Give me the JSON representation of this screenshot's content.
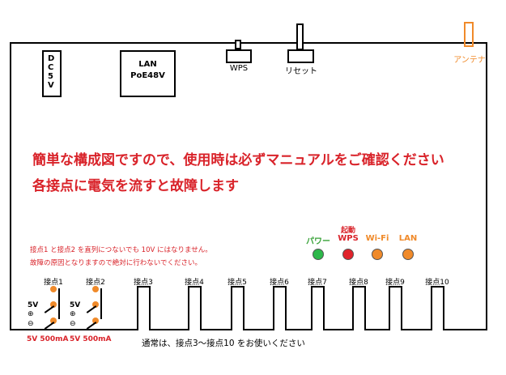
{
  "ports": {
    "dc5v": "DC5V",
    "lan_line1": "LAN",
    "lan_line2": "PoE48V",
    "wps": "WPS",
    "reset": "リセット",
    "antenna": "アンテナ"
  },
  "warning": {
    "line1": "簡単な構成図ですので、使用時は必ずマニュアルをご確認ください",
    "line2": "各接点に電気を流すと故障します"
  },
  "notes": {
    "line1": "接点1 と接点2 を直列につないでも 10V にはなりません。",
    "line2": "故障の原因となりますので絶対に行わないでください。"
  },
  "leds": [
    {
      "top_label": "",
      "label": "パワー",
      "label_color": "#3aa33a",
      "fill": "#2db84a"
    },
    {
      "top_label": "起動",
      "label": "WPS",
      "label_color": "#d9232a",
      "fill": "#e0222a"
    },
    {
      "top_label": "",
      "label": "Wi-Fi",
      "label_color": "#f08a2a",
      "fill": "#f08a2a"
    },
    {
      "top_label": "",
      "label": "LAN",
      "label_color": "#f08a2a",
      "fill": "#f08a2a"
    }
  ],
  "contacts": [
    {
      "label": "接点1"
    },
    {
      "label": "接点2"
    },
    {
      "label": "接点3"
    },
    {
      "label": "接点4"
    },
    {
      "label": "接点5"
    },
    {
      "label": "接点6"
    },
    {
      "label": "接点7"
    },
    {
      "label": "接点8"
    },
    {
      "label": "接点9"
    },
    {
      "label": "接点10"
    }
  ],
  "output": {
    "voltage": "5V",
    "plus": "⊕",
    "minus": "⊖",
    "rating1": "5V 500mA",
    "rating2": "5V 500mA"
  },
  "footer": "通常は、接点3～接点10 をお使いください",
  "colors": {
    "red": "#d9232a",
    "orange": "#f08a2a",
    "green": "#2db84a"
  }
}
